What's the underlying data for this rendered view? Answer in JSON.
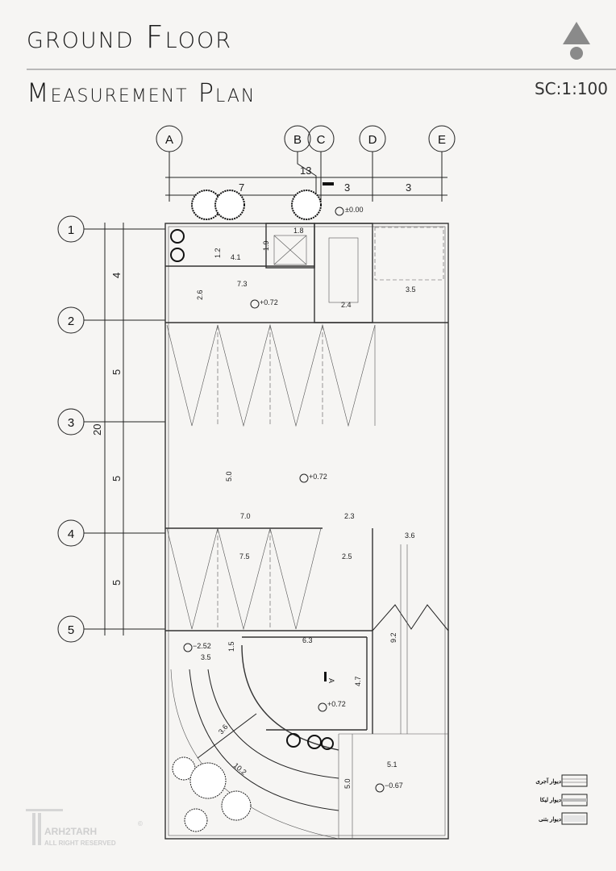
{
  "title": "ground Floor",
  "subtitle": "Measurement Plan",
  "scale": "SC:1:100",
  "grid_columns": [
    "A",
    "B",
    "C",
    "D",
    "E"
  ],
  "grid_rows": [
    "1",
    "2",
    "3",
    "4",
    "5"
  ],
  "top_dimensions": {
    "overall": "13",
    "segments": [
      "7",
      "3",
      "3"
    ]
  },
  "left_dimensions": {
    "overall": "20",
    "segments": [
      "4",
      "5",
      "5",
      "5"
    ]
  },
  "levels": [
    "±0.00",
    "+0.72",
    "+0.72",
    "+0.72",
    "−2.52",
    "−0.67"
  ],
  "dimensions": [
    "1.8",
    "1.2",
    "1.9",
    "4.1",
    "7.3",
    "2.6",
    "2.4",
    "3.5",
    "5.0",
    "7.0",
    "2.3",
    "7.5",
    "2.5",
    "3.6",
    "9.2",
    "6.3",
    "1.5",
    "3.5",
    "4.7",
    "3.6",
    "10.2",
    "5.1",
    "5.0"
  ],
  "section_mark": "A",
  "legend": [
    "دیوار آجری",
    "دیوار لیکا",
    "دیوار بتنی"
  ],
  "logo": {
    "name": "ARH2TARH",
    "tagline": "ALL RIGHT RESERVED",
    "copyright": "©"
  }
}
